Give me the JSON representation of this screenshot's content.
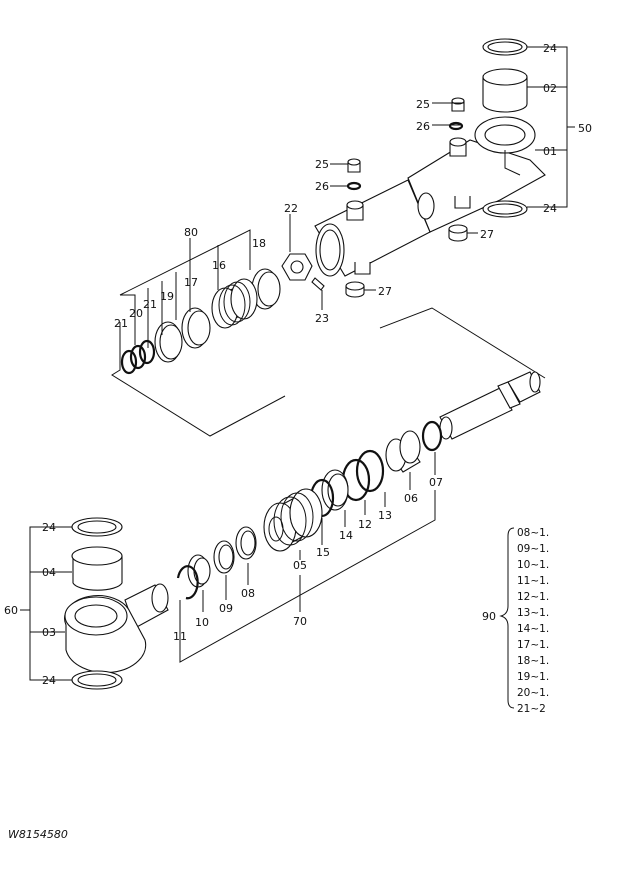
{
  "drawing_code": "W8154580",
  "labels": {
    "p24a": "24",
    "p02": "02",
    "p50": "50",
    "p25a": "25",
    "p26a": "26",
    "p01": "01",
    "p25b": "25",
    "p26b": "26",
    "p24b": "24",
    "p27a": "27",
    "p22": "22",
    "p80": "80",
    "p18": "18",
    "p16": "16",
    "p17": "17",
    "p19": "19",
    "p21a": "21",
    "p20": "20",
    "p21b": "21",
    "p23": "23",
    "p27b": "27",
    "p07": "07",
    "p06": "06",
    "p13": "13",
    "p12": "12",
    "p14": "14",
    "p15": "15",
    "p05": "05",
    "p08": "08",
    "p09": "09",
    "p10": "10",
    "p11": "11",
    "p70": "70",
    "p24c": "24",
    "p04": "04",
    "p60": "60",
    "p03": "03",
    "p24d": "24",
    "p90": "90"
  },
  "kit90": [
    "08~1.",
    "09~1.",
    "10~1.",
    "11~1.",
    "12~1.",
    "13~1.",
    "14~1.",
    "17~1.",
    "18~1.",
    "19~1.",
    "20~1.",
    "21~2"
  ]
}
